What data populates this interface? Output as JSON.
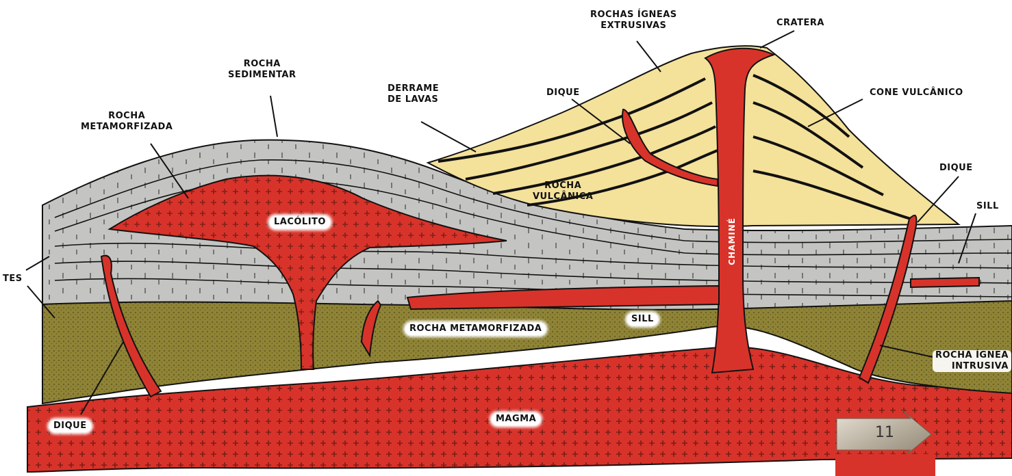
{
  "colors": {
    "magma": "#d8332a",
    "magma_dark": "#b8261f",
    "sedimentary": "#c4c4c2",
    "metamorphic": "#8f8336",
    "volcanic": "#f4e19a",
    "outline": "#111111"
  },
  "labels": {
    "rochas_igneas_extrusivas": [
      "ROCHAS ÍGNEAS",
      "EXTRUSIVAS"
    ],
    "cratera": "CRATERA",
    "rocha_sedimentar": [
      "ROCHA",
      "SEDIMENTAR"
    ],
    "derrame_de_lavas": [
      "DERRAME",
      "DE LAVAS"
    ],
    "dique_top": "DIQUE",
    "cone_vulcanico": "CONE VULCÂNICO",
    "rocha_metamorfizada_top": [
      "ROCHA",
      "METAMORFIZADA"
    ],
    "rocha_vulcanica": [
      "ROCHA",
      "VULCÂNICA"
    ],
    "dique_right": "DIQUE",
    "sill_right": "SILL",
    "lacolito": "LACÓLITO",
    "chamine": "CHAMINÉ",
    "tes": "TES",
    "sill_middle": "SILL",
    "rocha_metamorfizada_bottom": "ROCHA METAMORFIZADA",
    "rocha_ignea_intrusiva": [
      "ROCHA ÍGNEA",
      "INTRUSIVA"
    ],
    "magma": "MAGMA",
    "dique_bottom": "DIQUE"
  },
  "page_number": "11"
}
